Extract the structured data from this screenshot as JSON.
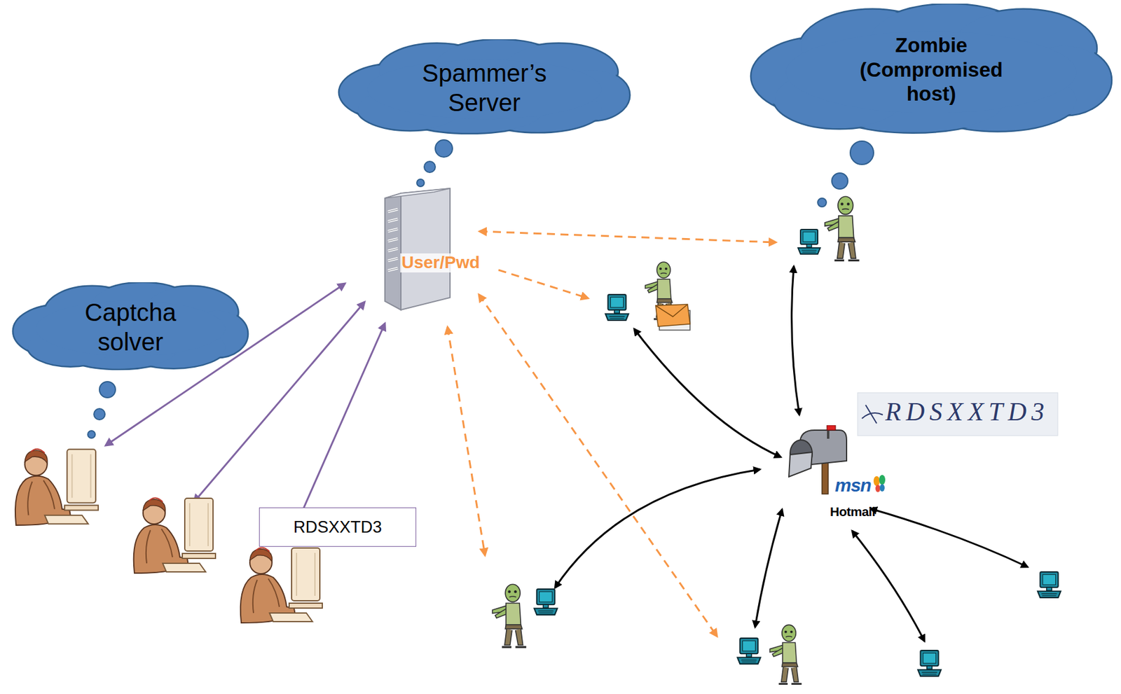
{
  "diagram": {
    "nodes": [
      {
        "text": [
          "Spammer’s Server"
        ]
      },
      {
        "text": [
          "Zombie (Compromised host)"
        ]
      },
      {
        "text": [
          "Captcha solver"
        ]
      },
      {
        "text": [
          "RDSXXTD3"
        ]
      }
    ],
    "labels": [
      "User/Pwd",
      "RDSXXTD3",
      "msn",
      "Hotmail"
    ]
  }
}
